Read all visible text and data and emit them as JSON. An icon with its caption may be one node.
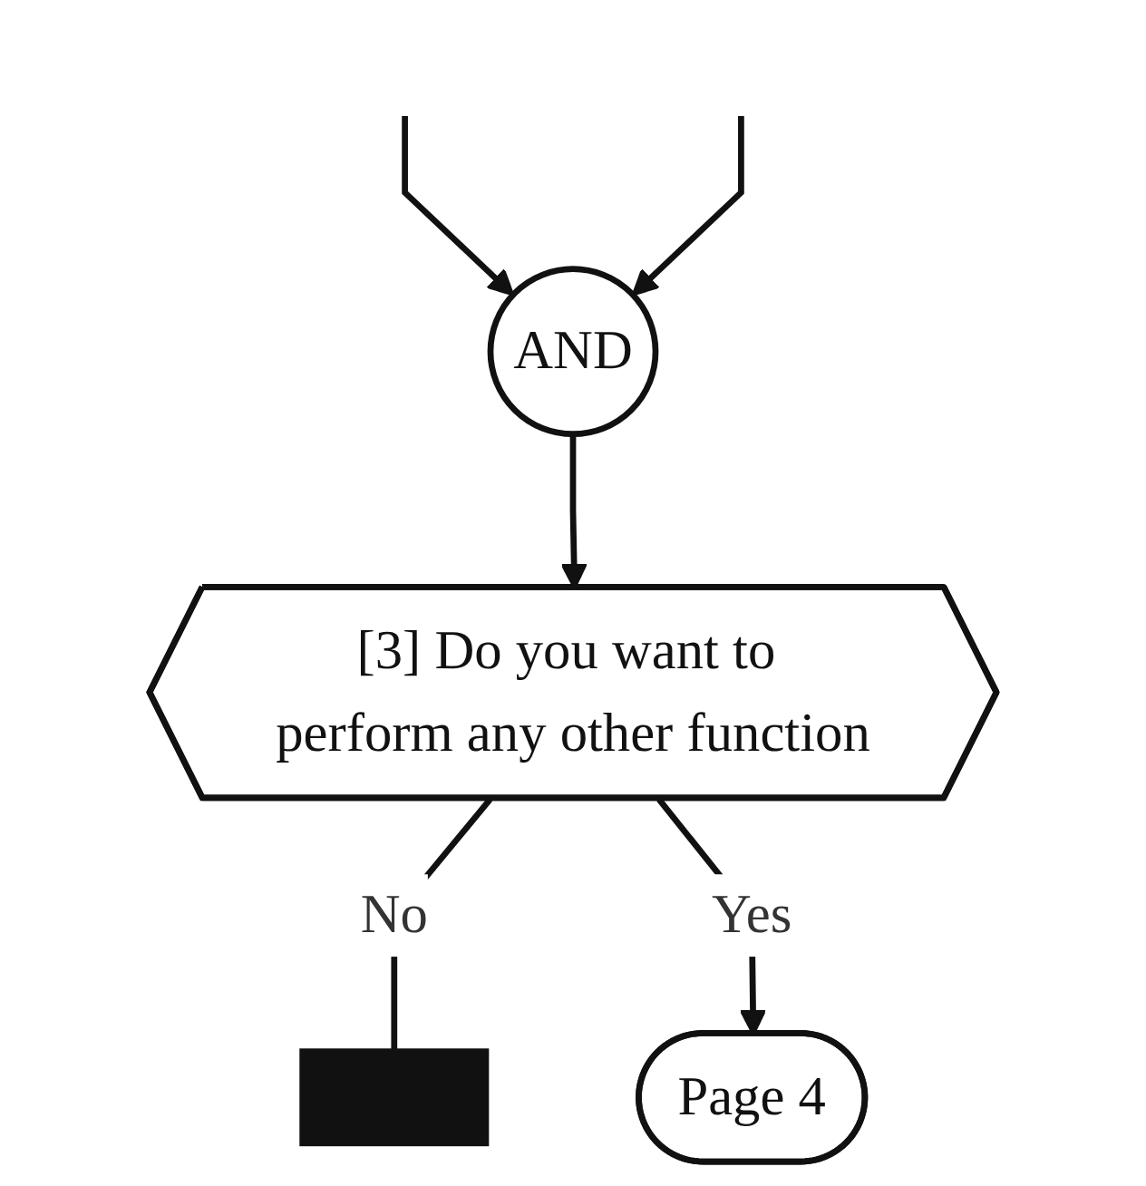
{
  "diagram": {
    "nodes": [
      {
        "text": [
          "AND"
        ]
      },
      {
        "text": [
          "[3] Do you want to perform any other function"
        ]
      },
      {
        "text": [],
        "shape": "bar"
      },
      {
        "text": [
          "Page 4"
        ]
      }
    ],
    "edges": [
      {
        "from": null,
        "to": 0,
        "arrow": "to"
      },
      {
        "from": null,
        "to": 0,
        "arrow": "to"
      },
      {
        "from": 0,
        "to": 1,
        "arrow": "to"
      },
      {
        "from": 1,
        "to": 2,
        "label": "No",
        "arrow": "none"
      },
      {
        "from": 1,
        "to": 3,
        "label": "Yes",
        "arrow": "to"
      }
    ]
  }
}
